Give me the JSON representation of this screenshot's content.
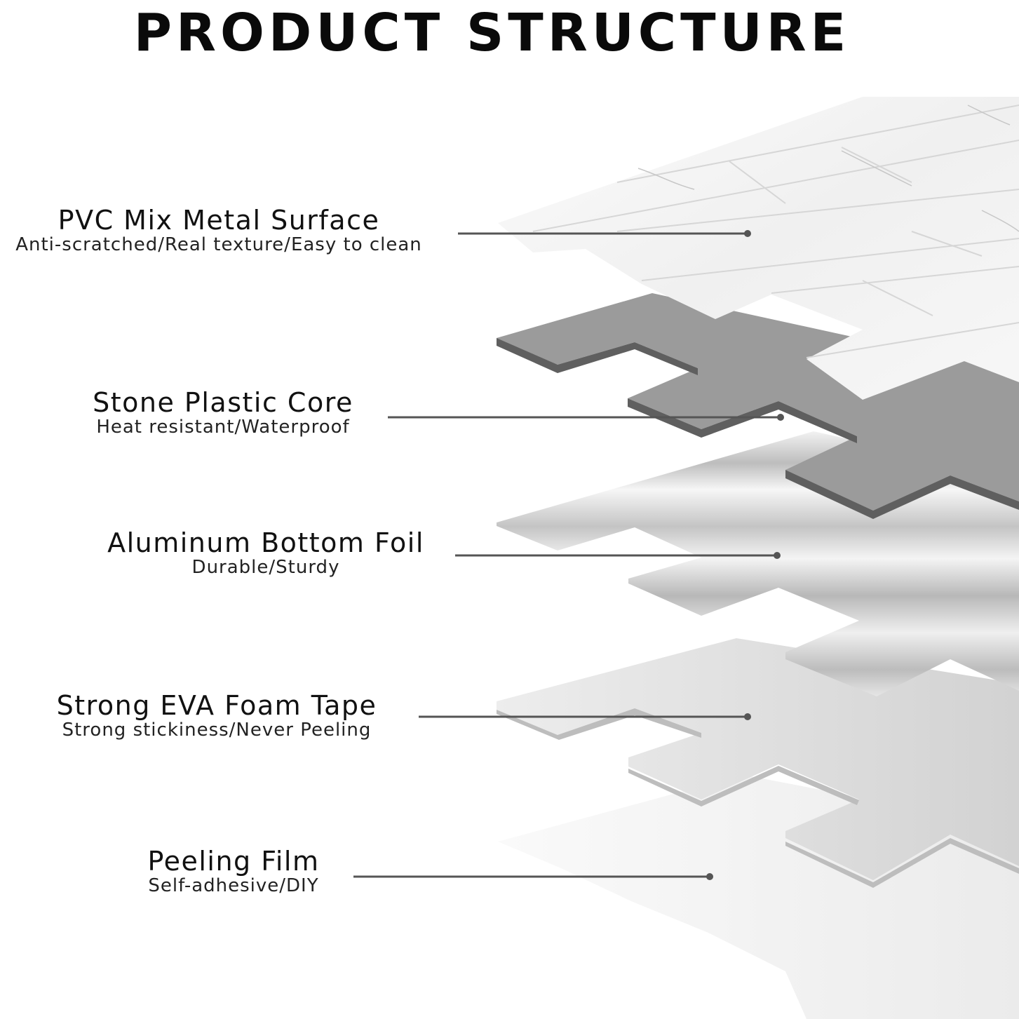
{
  "title": "PRODUCT STRUCTURE",
  "colors": {
    "title": "#0a0a0a",
    "leader_line": "#555555",
    "surface_tile": "#f4f4f4",
    "surface_vein": "#c9c9c9",
    "core_top": "#9a9a9a",
    "core_edge": "#5c5c5c",
    "foil_light": "#e8e8e8",
    "foil_dark": "#b4b4b4",
    "foam_top": "#dcdcdc",
    "foam_edge": "#b9b9b9",
    "film": "#f0f0f0"
  },
  "layers": [
    {
      "name": "PVC Mix Metal Surface",
      "description": "Anti-scratched/Real texture/Easy to clean"
    },
    {
      "name": "Stone Plastic Core",
      "description": "Heat resistant/Waterproof"
    },
    {
      "name": "Aluminum Bottom Foil",
      "description": "Durable/Sturdy"
    },
    {
      "name": "Strong EVA Foam Tape",
      "description": "Strong stickiness/Never Peeling"
    },
    {
      "name": "Peeling Film",
      "description": "Self-adhesive/DIY"
    }
  ]
}
